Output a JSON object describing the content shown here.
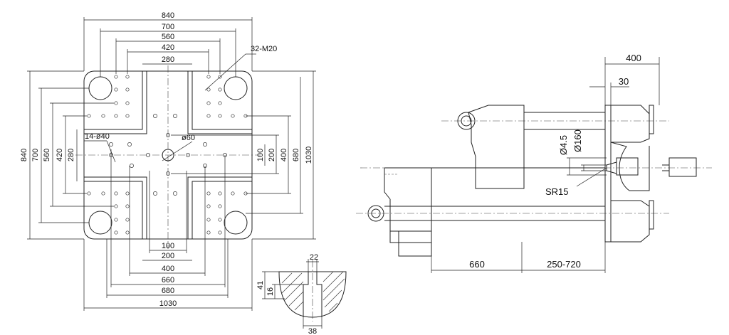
{
  "platen": {
    "horizontal_dims": [
      "840",
      "700",
      "560",
      "420",
      "280"
    ],
    "vertical_dims": [
      "840",
      "700",
      "560",
      "420",
      "280"
    ],
    "bottom_dims": [
      "100",
      "200",
      "400",
      "660",
      "680",
      "1030"
    ],
    "right_dims": [
      "100",
      "200",
      "400",
      "680",
      "1030"
    ],
    "thread_label": "32-M20",
    "bolt_label": "14-ø40",
    "center_hole_label": "ø60"
  },
  "slot_detail": {
    "dims": [
      "22",
      "41",
      "16",
      "38"
    ]
  },
  "side_view": {
    "dims_top": [
      "400",
      "30"
    ],
    "nozzle_dims": [
      "Ø4.5",
      "Ø160"
    ],
    "sphere_radius": "SR15",
    "dims_bottom": [
      "660",
      "250-720"
    ]
  }
}
